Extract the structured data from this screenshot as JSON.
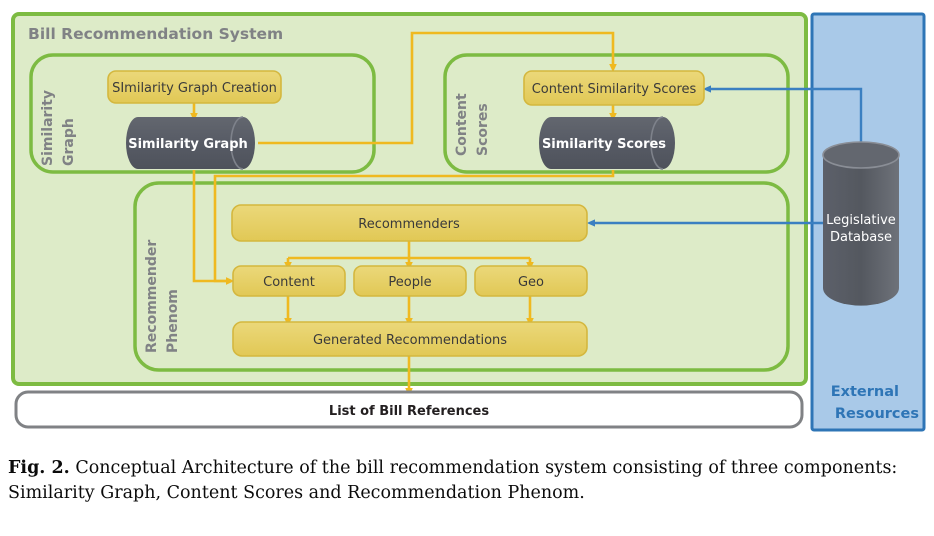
{
  "figure": {
    "type": "diagram",
    "system": {
      "title": "Bill Recommendation System",
      "border_color": "#7DBB42",
      "fill_color": "#DDEBC8"
    },
    "subsystems": [
      {
        "name": "similarity-graph",
        "label_line1": "Similarity",
        "label_line2": "Graph"
      },
      {
        "name": "content-scores",
        "label_line1": "Content",
        "label_line2": "Scores"
      },
      {
        "name": "recommender-phenom",
        "label_line1": "Recommender",
        "label_line2": "Phenom"
      }
    ],
    "process_nodes": [
      {
        "name": "similarity-graph-creation",
        "label": "SImilarity Graph Creation"
      },
      {
        "name": "content-similarity-scores",
        "label": "Content Similarity Scores"
      },
      {
        "name": "recommenders",
        "label": "Recommenders"
      },
      {
        "name": "content",
        "label": "Content"
      },
      {
        "name": "people",
        "label": "People"
      },
      {
        "name": "geo",
        "label": "Geo"
      },
      {
        "name": "generated-recommendations",
        "label": "Generated Recommendations"
      }
    ],
    "datastore_nodes": [
      {
        "name": "similarity-graph-store",
        "label": "Similarity Graph"
      },
      {
        "name": "similarity-scores-store",
        "label": "Similarity Scores"
      },
      {
        "name": "legislative-database",
        "label_line1": "Legislative",
        "label_line2": "Database"
      }
    ],
    "output_node": {
      "name": "list-of-bill-references",
      "label": "List of Bill References"
    },
    "external": {
      "title_line1": "External",
      "title_line2": "Resources",
      "border_color": "#2E75B6",
      "fill_color": "#A9C9E8",
      "label_color": "#2E75B6"
    },
    "colors": {
      "yellow_fill": "#E8D368",
      "yellow_stroke": "#D4B73E",
      "connector_yellow": "#EFB920",
      "connector_blue": "#3A7FC1",
      "datastore_fill": "#585C66",
      "datastore_text": "#FFFFFF",
      "subsystem_label": "#808285",
      "system_title": "#808080",
      "output_border": "#808285",
      "output_text": "#231F20"
    }
  },
  "caption": {
    "label": "Fig. 2.",
    "text": " Conceptual Architecture of the bill recommendation system consisting of three components: Similarity Graph, Content Scores and Recommendation Phenom."
  }
}
